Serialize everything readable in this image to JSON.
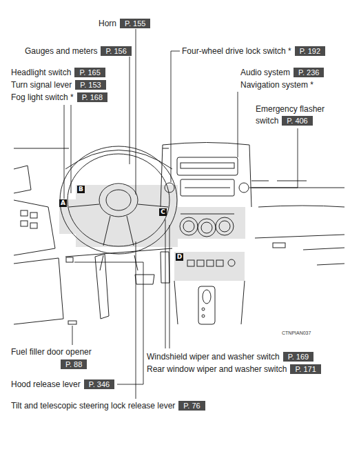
{
  "diagram": {
    "nodes": [
      {
        "text": [
          "Horn",
          "P. 155"
        ]
      },
      {
        "text": [
          "Gauges and meters",
          "P. 156"
        ]
      },
      {
        "text": [
          "Headlight switch",
          "P. 165"
        ]
      },
      {
        "text": [
          "Turn signal lever",
          "P. 153"
        ]
      },
      {
        "text": [
          "Fog light switch *",
          "P. 168"
        ]
      },
      {
        "text": [
          "Four-wheel drive lock switch *",
          "P. 192"
        ]
      },
      {
        "text": [
          "Audio system",
          "P. 236"
        ]
      },
      {
        "text": [
          "Emergency flasher switch",
          "P. 406"
        ]
      },
      {
        "text": [
          "A"
        ]
      },
      {
        "text": [
          "B"
        ]
      },
      {
        "text": [
          "C"
        ]
      },
      {
        "text": [
          "D"
        ]
      },
      {
        "text": [
          "Fuel filler door opener",
          "P. 88"
        ]
      },
      {
        "text": [
          "Windshield wiper and washer switch",
          "P. 169"
        ]
      },
      {
        "text": [
          "Rear window wiper and washer switch",
          "P. 171"
        ]
      },
      {
        "text": [
          "Hood release lever",
          "P. 346"
        ]
      },
      {
        "text": [
          "Tilt and telescopic steering lock release lever",
          "P. 76"
        ]
      }
    ],
    "labels": [
      "Navigation system *",
      "CTNPIAN037"
    ]
  }
}
